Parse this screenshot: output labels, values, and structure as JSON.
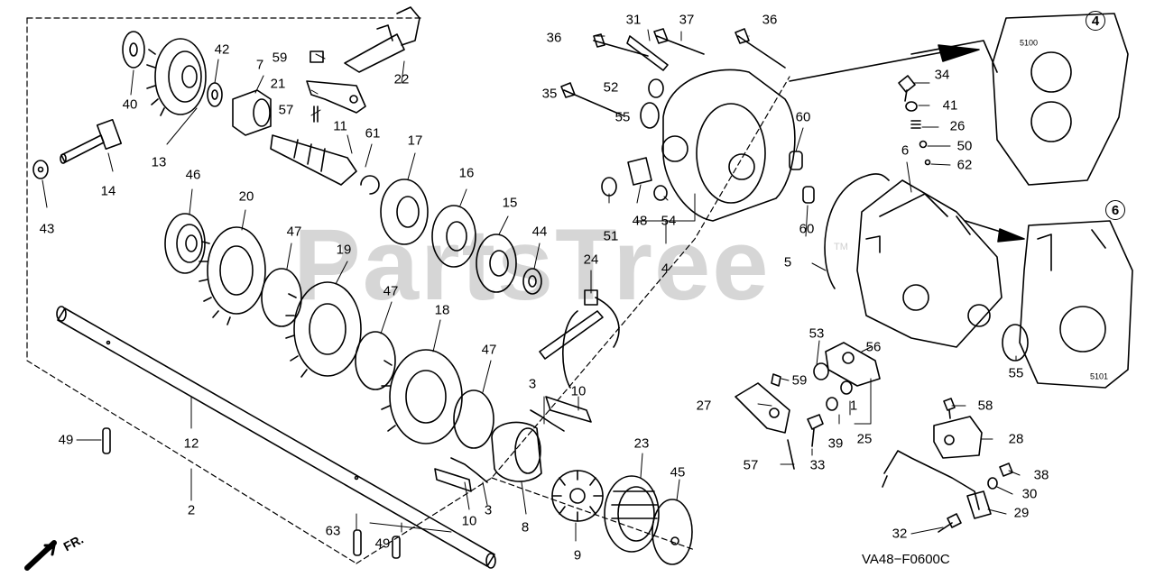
{
  "watermark": "PartsTree",
  "watermark_tm": "TM",
  "diagram_code": "VA48−F0600C",
  "front_label": "FR.",
  "inset_labels": [
    "4",
    "6"
  ],
  "casting_marks": [
    "5100",
    "5101"
  ],
  "callouts": [
    "40",
    "42",
    "59",
    "7",
    "22",
    "31",
    "37",
    "36",
    "36",
    "13",
    "21",
    "57",
    "11",
    "61",
    "52",
    "35",
    "55",
    "60",
    "34",
    "41",
    "26",
    "50",
    "62",
    "14",
    "43",
    "46",
    "20",
    "17",
    "16",
    "15",
    "6",
    "51",
    "48",
    "54",
    "4",
    "47",
    "19",
    "44",
    "24",
    "60",
    "5",
    "47",
    "18",
    "47",
    "3",
    "10",
    "53",
    "56",
    "59",
    "27",
    "1",
    "39",
    "25",
    "55",
    "49",
    "12",
    "23",
    "45",
    "57",
    "33",
    "58",
    "28",
    "2",
    "8",
    "9",
    "10",
    "3",
    "38",
    "30",
    "29",
    "32",
    "63",
    "49"
  ]
}
